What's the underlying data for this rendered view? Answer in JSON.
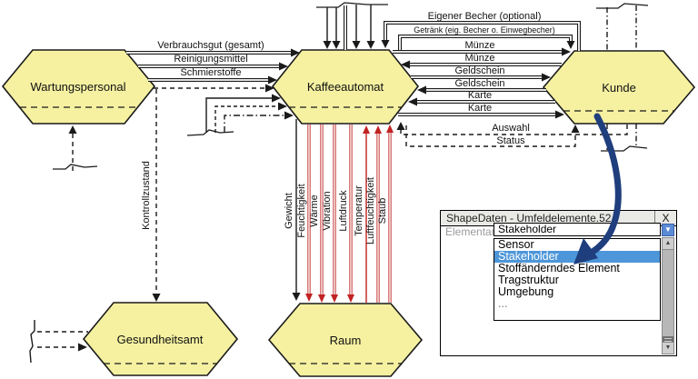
{
  "nodes": {
    "wartungspersonal": "Wartungspersonal",
    "kaffeeautomat": "Kaffeeautomat",
    "kunde": "Kunde",
    "gesundheitsamt": "Gesundheitsamt",
    "raum": "Raum"
  },
  "flows": {
    "left": [
      "Verbrauchsgut (gesamt)",
      "Reinigungsmittel",
      "Schmierstoffe"
    ],
    "top": [
      "Eigener Becher (optional)",
      "Getränk (eig. Becher o. Einwegbecher)"
    ],
    "right": [
      "Münze",
      "Münze",
      "Geldschein",
      "Geldschein",
      "Karte",
      "Karte"
    ],
    "auswahl": "Auswahl",
    "status": "Status",
    "control": "Kontrollzustand",
    "sensors": [
      "Gewicht",
      "Feuchtigkeit",
      "Wärme",
      "Vibration",
      "Luftdruck",
      "Temperatur",
      "Luftfeuchtigkeit",
      "Staub"
    ]
  },
  "colors": {
    "node_fill": "#F5F1A1",
    "sensor_red": "#C22222",
    "annotation_blue": "#1F3E7D",
    "highlight_blue": "#4D96D9"
  },
  "dialog": {
    "title": "ShapeDaten - Umfeldelemente.52",
    "close_label": "X",
    "field_label": "Elementart",
    "field_value": "Stakeholder",
    "dropdown_arrow": "▼",
    "scroll_up": "▲",
    "scroll_down": "▼",
    "options": [
      "Sensor",
      "Stakeholder",
      "Stoffänderndes Element",
      "Tragstruktur",
      "Umgebung",
      "..."
    ],
    "selected_option": "Stakeholder"
  }
}
